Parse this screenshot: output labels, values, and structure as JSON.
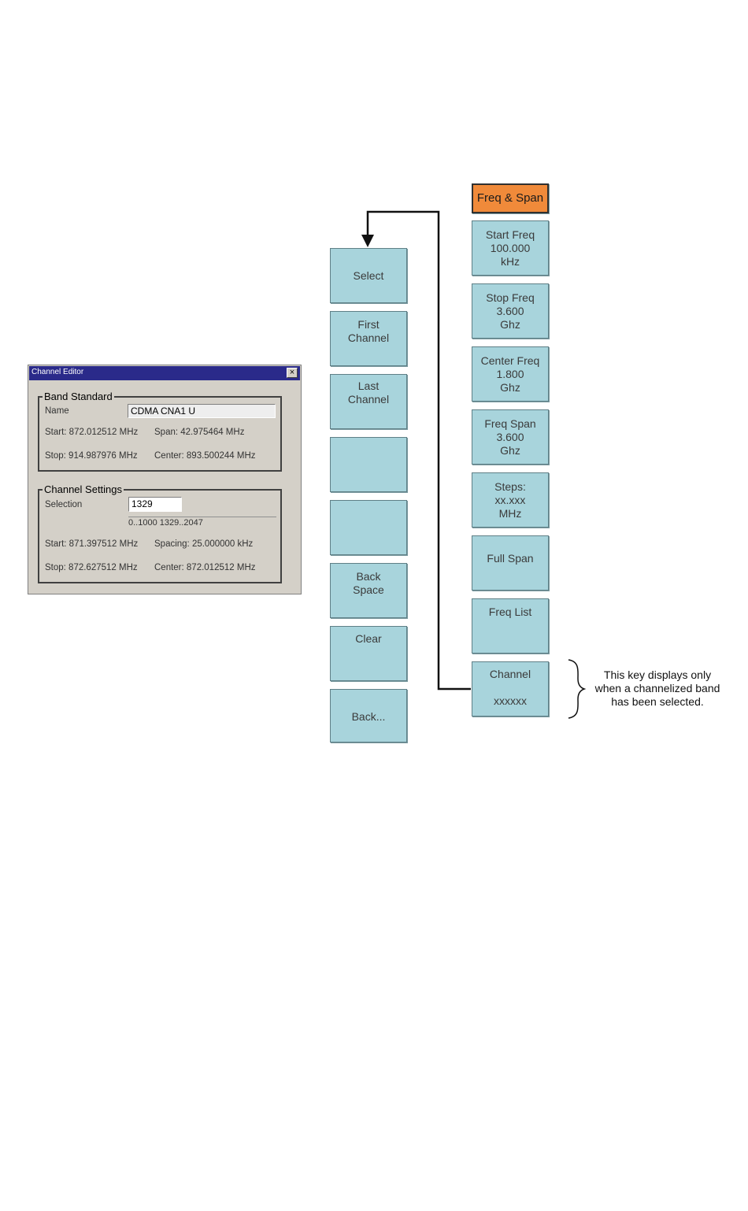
{
  "dialog": {
    "title": "Channel Editor",
    "close": "×",
    "band_standard": {
      "legend": "Band Standard",
      "name_label": "Name",
      "name_value": "CDMA CNA1 U",
      "start": "Start: 872.012512 MHz",
      "span": "Span: 42.975464 MHz",
      "stop": "Stop: 914.987976 MHz",
      "center": "Center: 893.500244 MHz"
    },
    "channel_settings": {
      "legend": "Channel Settings",
      "selection_label": "Selection",
      "selection_value": "1329",
      "range_hint": "0..1000   1329..2047",
      "start": "Start: 871.397512 MHz",
      "spacing": "Spacing: 25.000000 kHz",
      "stop": "Stop: 872.627512 MHz",
      "center": "Center: 872.012512 MHz"
    }
  },
  "submenu_keys": [
    {
      "lines": [
        "Select"
      ]
    },
    {
      "lines": [
        "First",
        "Channel"
      ]
    },
    {
      "lines": [
        "Last",
        "Channel"
      ]
    },
    {
      "lines": [
        ""
      ]
    },
    {
      "lines": [
        ""
      ]
    },
    {
      "lines": [
        "Back",
        "Space"
      ]
    },
    {
      "lines": [
        "Clear"
      ]
    },
    {
      "lines": [
        "Back..."
      ]
    }
  ],
  "main_menu": {
    "header": "Freq & Span",
    "keys": [
      {
        "lines": [
          "Start Freq",
          "100.000",
          "kHz"
        ]
      },
      {
        "lines": [
          "Stop Freq",
          "3.600",
          "Ghz"
        ]
      },
      {
        "lines": [
          "Center Freq",
          "1.800",
          "Ghz"
        ]
      },
      {
        "lines": [
          "Freq Span",
          "3.600",
          "Ghz"
        ]
      },
      {
        "lines": [
          "Steps:",
          "xx.xxx",
          "MHz"
        ]
      },
      {
        "lines": [
          "Full Span"
        ]
      },
      {
        "lines": [
          "Freq List"
        ]
      },
      {
        "lines": [
          "Channel",
          "",
          "xxxxxx"
        ]
      }
    ]
  },
  "note": "This key displays only when a channelized band has been selected."
}
